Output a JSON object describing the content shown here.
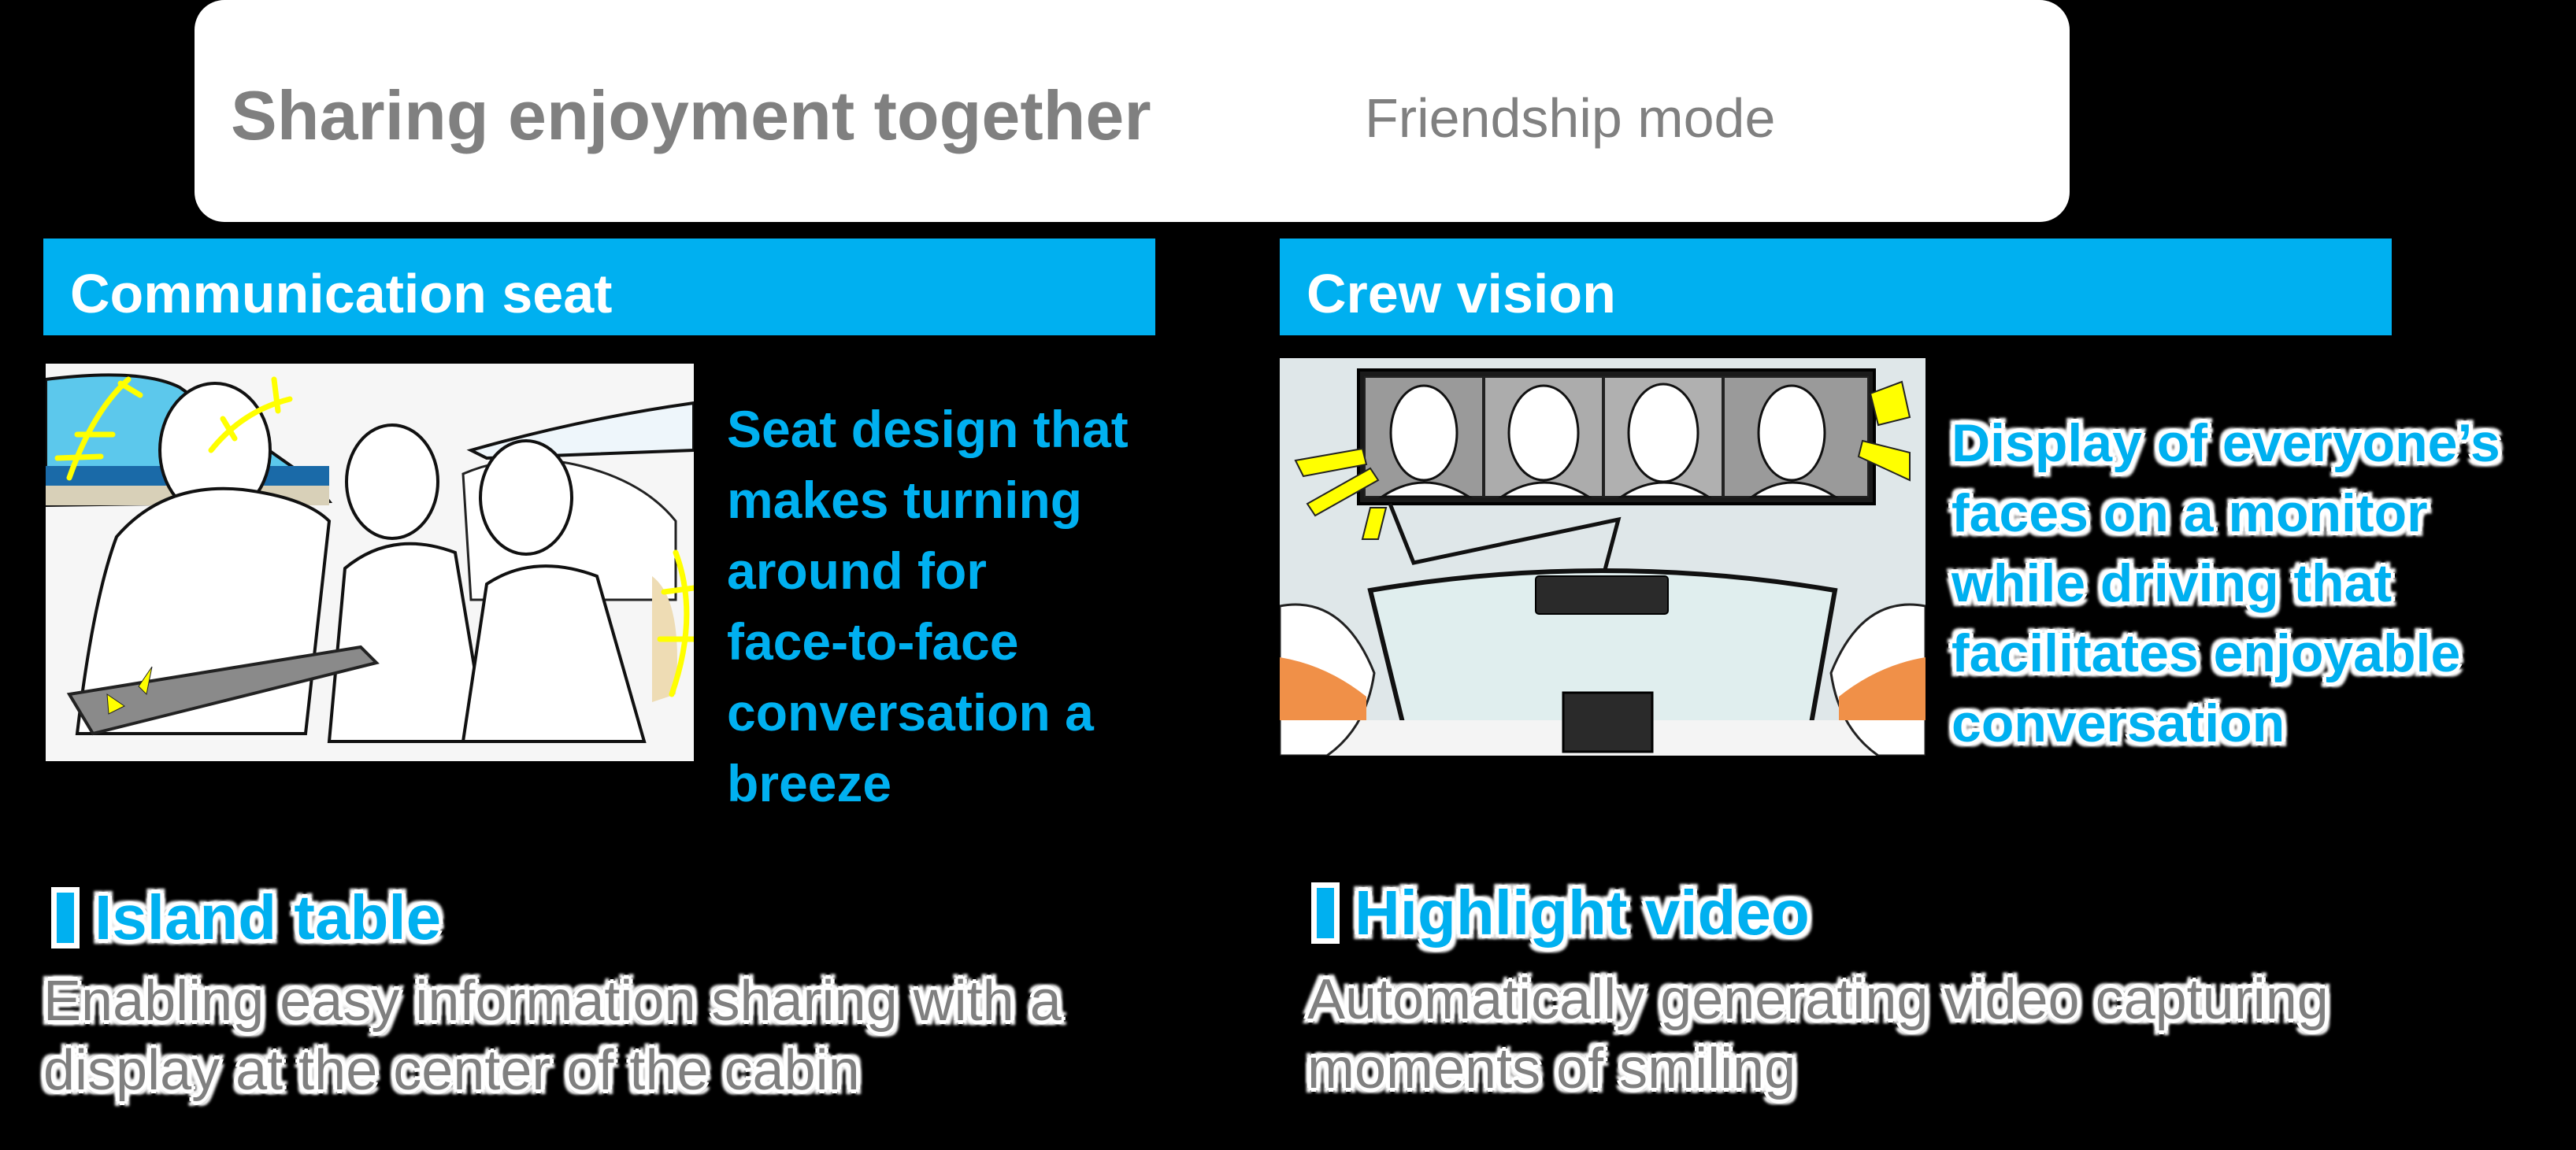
{
  "header": {
    "title": "Sharing enjoyment together",
    "subtitle": "Friendship mode"
  },
  "left_panel": {
    "section_title": "Communication seat",
    "illustration": "sketch-of-three-passengers-in-car-cabin-with-island-table",
    "description_lines": [
      "Seat design that",
      "makes turning",
      "around for",
      "face-to-face",
      "conversation a",
      "breeze"
    ],
    "feature": {
      "title": "Island table",
      "description_lines": [
        "Enabling easy information sharing with a",
        "display at the center of the cabin"
      ]
    }
  },
  "right_panel": {
    "section_title": "Crew vision",
    "illustration": "sketch-of-rear-view-monitor-showing-four-faces",
    "description_lines": [
      "Display of everyone’s",
      "faces on a monitor",
      "while driving that",
      "facilitates enjoyable",
      "conversation"
    ],
    "feature": {
      "title": "Highlight video",
      "description_lines": [
        "Automatically generating video capturing",
        "moments of smiling"
      ]
    }
  },
  "colors": {
    "accent_blue": "#00b0f0",
    "text_gray": "#808080",
    "background": "#000000",
    "highlight_yellow": "#ffff00"
  }
}
